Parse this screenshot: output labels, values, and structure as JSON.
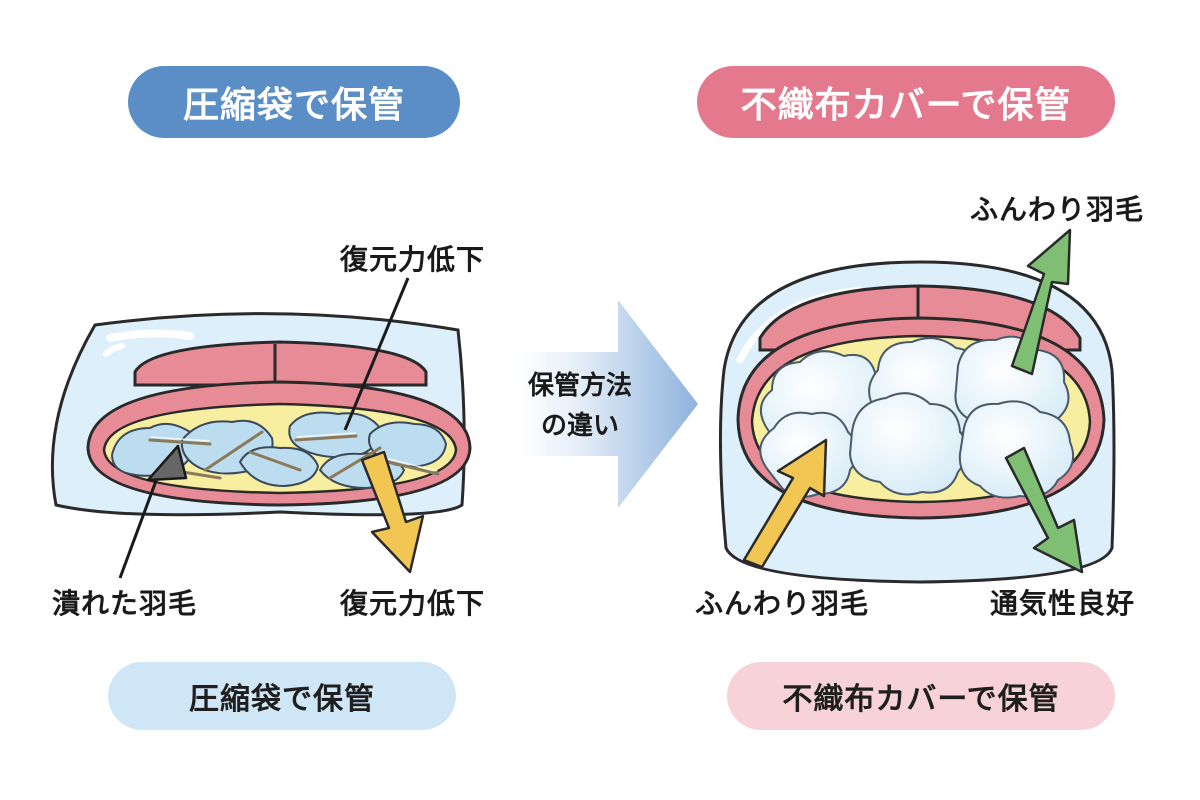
{
  "left": {
    "header": "圧縮袋で保管",
    "footer": "圧縮袋で保管",
    "label_top": "復元力低下",
    "label_bottom_left": "潰れた羽毛",
    "label_bottom_right": "復元力低下"
  },
  "middle": {
    "line1": "保管方法",
    "line2": "の違い"
  },
  "right": {
    "header": "不織布カバーで保管",
    "footer": "不織布カバーで保管",
    "label_top_right": "ふんわり羽毛",
    "label_bottom_left": "ふんわり羽毛",
    "label_bottom_right": "通気性良好"
  },
  "colors": {
    "blue_header": "#5b8ec6",
    "pink_header": "#e4788c",
    "blue_footer": "#cfe6f6",
    "pink_footer": "#f7d2d9",
    "futon_pink": "#e78c97",
    "futon_yellow": "#f7eea0",
    "down_blue": "#bcdcef",
    "arrow_yellow": "#f2c652",
    "arrow_green": "#7fbf73",
    "arrow_blue": "#8fb6e0"
  }
}
